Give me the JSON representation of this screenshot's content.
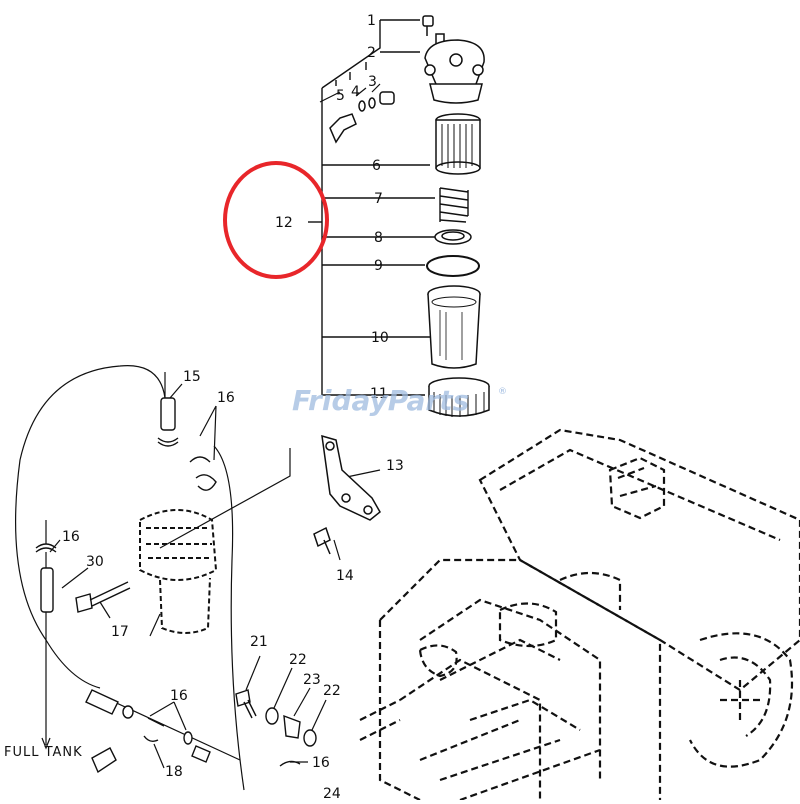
{
  "callouts": {
    "c1": "1",
    "c2": "2",
    "c3": "3",
    "c4": "4",
    "c5": "5",
    "c6": "6",
    "c7": "7",
    "c8": "8",
    "c9": "9",
    "c10": "10",
    "c11": "11",
    "c12": "12",
    "c13": "13",
    "c14": "14",
    "c15": "15",
    "c16a": "16",
    "c16b": "16",
    "c16c": "16",
    "c16d": "16",
    "c17": "17",
    "c18": "18",
    "c21": "21",
    "c22a": "22",
    "c22b": "22",
    "c23": "23",
    "c24": "24",
    "c30": "30"
  },
  "labels": {
    "full_tank": "FULL TANK"
  },
  "watermark": {
    "text": "FridayParts",
    "reg": "®",
    "color": "#9fbbe0"
  },
  "highlight": {
    "target": "12",
    "color": "#e8262a"
  }
}
